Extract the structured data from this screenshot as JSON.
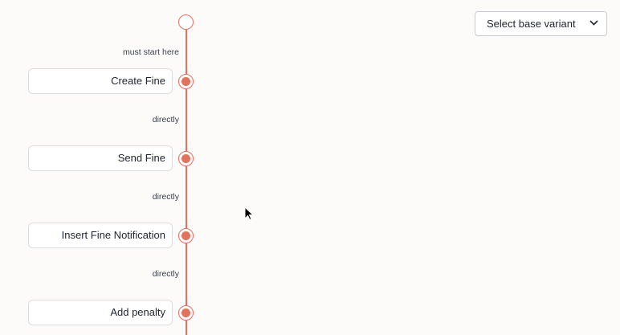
{
  "select_base_variant": {
    "label": "Select base variant",
    "icon": "chevron-down-icon"
  },
  "flow": {
    "start_label": "must start here",
    "steps": [
      {
        "label": "Create Fine"
      },
      {
        "label": "Send Fine",
        "edge": "directly"
      },
      {
        "label": "Insert Fine Notification",
        "edge": "directly"
      },
      {
        "label": "Add penalty",
        "edge": "directly"
      }
    ]
  },
  "colors": {
    "accent": "#e2715d",
    "background": "#fcfbfa"
  }
}
